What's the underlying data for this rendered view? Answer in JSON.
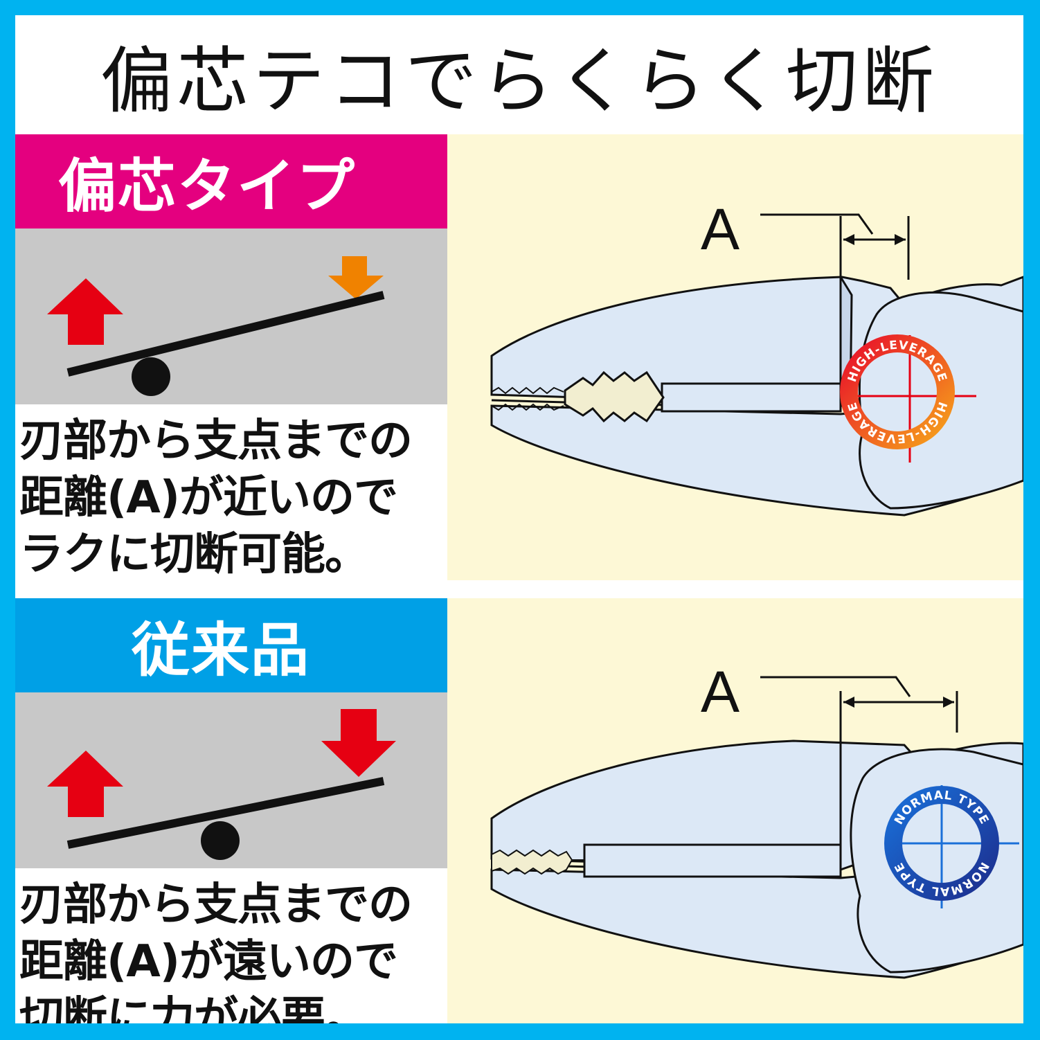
{
  "title": "偏芯テコでらくらく切断",
  "panels": [
    {
      "header": "偏芯タイプ",
      "header_color": "#e4007f",
      "description": "刃部から支点までの\n距離(A)が近いので\nラクに切断可能。",
      "label_a": "A",
      "badge_text": "HIGH-LEVERAGE",
      "badge_gradient": [
        "#e8102a",
        "#f6a21b"
      ],
      "arrow_up_color": "#e60012",
      "arrow_down_color": "#f08200"
    },
    {
      "header": "従来品",
      "header_color": "#00a0e6",
      "description": "刃部から支点までの\n距離(A)が遠いので\n切断に力が必要。",
      "label_a": "A",
      "badge_text": "NORMAL TYPE",
      "badge_gradient": [
        "#1a6fd8",
        "#1c2f8f"
      ],
      "arrow_up_color": "#e60012",
      "arrow_down_color": "#e60012"
    }
  ]
}
